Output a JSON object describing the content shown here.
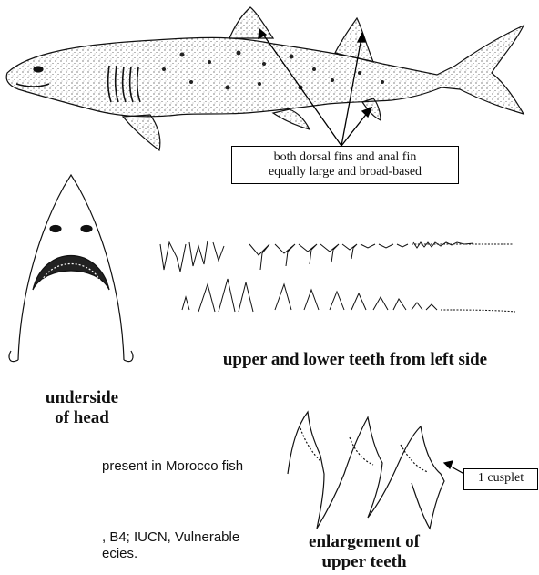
{
  "callouts": {
    "fins_line1": "both dorsal fins and anal fin",
    "fins_line2": "equally large and broad-based",
    "cusplet": "1 cusplet"
  },
  "captions": {
    "teeth": "upper and lower teeth from left side",
    "head_line1": "underside",
    "head_line2": "of head",
    "enlarge_line1": "enlargement of",
    "enlarge_line2": "upper teeth"
  },
  "body_text": {
    "line1": "present in Morocco fish",
    "line2": ", B4; IUCN, Vulnerable",
    "line3": "ecies."
  }
}
